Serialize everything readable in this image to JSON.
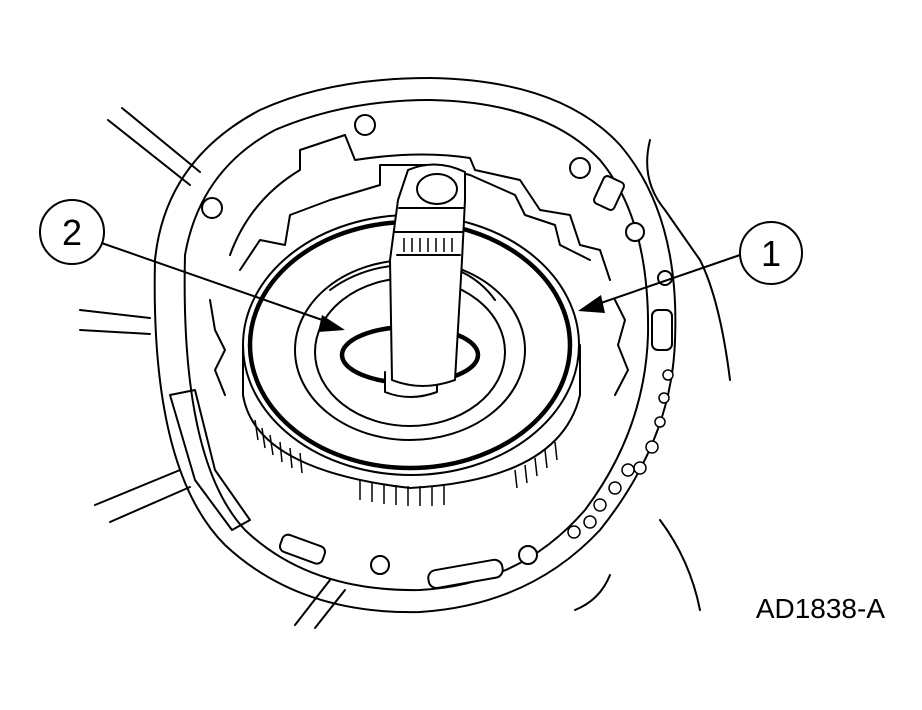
{
  "figure": {
    "reference_code": "AD1838-A",
    "callouts": [
      {
        "number": "1"
      },
      {
        "number": "2"
      }
    ]
  },
  "colors": {
    "ink": "#000000",
    "paper": "#ffffff"
  }
}
